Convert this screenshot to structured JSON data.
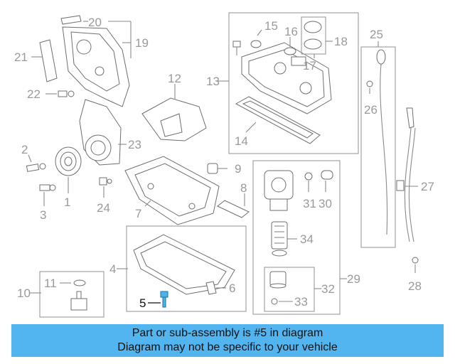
{
  "callouts": {
    "c1": "1",
    "c2": "2",
    "c3": "3",
    "c4": "4",
    "c5": "5",
    "c6": "6",
    "c7": "7",
    "c8": "8",
    "c9": "9",
    "c10": "10",
    "c11": "11",
    "c12": "12",
    "c13": "13",
    "c14": "14",
    "c15": "15",
    "c16": "16",
    "c17": "17",
    "c18": "18",
    "c19": "19",
    "c20": "20",
    "c21": "21",
    "c22": "22",
    "c23": "23",
    "c24": "24",
    "c25": "25",
    "c26": "26",
    "c27": "27",
    "c28": "28",
    "c29": "29",
    "c30": "30",
    "c31": "31",
    "c32": "32",
    "c33": "33",
    "c34": "34"
  },
  "highlight_part": "5",
  "colors": {
    "banner": "#52b5f0",
    "highlight": "#4ab3e8",
    "callout_text": "#9a9a9a"
  },
  "banner": {
    "line1": "Part or sub-assembly is #5 in diagram",
    "line2": "Diagram may not be specific to your vehicle"
  }
}
